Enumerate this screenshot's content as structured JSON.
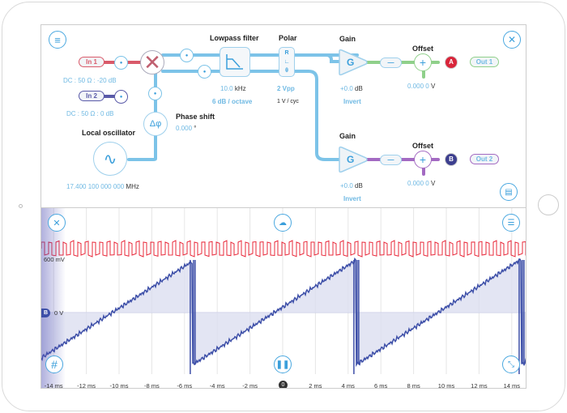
{
  "top": {
    "in1": {
      "label": "In 1",
      "info": "DC : 50 Ω : -20 dB"
    },
    "in2": {
      "label": "In 2",
      "info": "DC : 50 Ω : 0 dB"
    },
    "phase": {
      "title": "Phase shift",
      "value": "0.000",
      "unit": "°"
    },
    "oscillator": {
      "title": "Local oscillator",
      "value": "17.400 100 000 000",
      "unit": "MHz"
    },
    "lowpass": {
      "title": "Lowpass filter",
      "value": "10.0",
      "unit": "kHz",
      "slope": "6 dB / octave"
    },
    "polar": {
      "title": "Polar",
      "value": "2 Vpp",
      "scale": "1 V / cyc",
      "r": "R",
      "theta": "θ"
    },
    "ch1": {
      "gain_title": "Gain",
      "gain_symbol": "G",
      "gain_value": "+0.0",
      "gain_unit": "dB",
      "invert": "Invert",
      "offset_title": "Offset",
      "offset_value": "0.000 0",
      "offset_unit": "V",
      "badge": "A",
      "out": "Out 1"
    },
    "ch2": {
      "gain_title": "Gain",
      "gain_symbol": "G",
      "gain_value": "+0.0",
      "gain_unit": "dB",
      "invert": "Invert",
      "offset_title": "Offset",
      "offset_value": "0.000 0",
      "offset_unit": "V",
      "badge": "B",
      "out": "Out 2"
    }
  },
  "scope": {
    "scale_label": "600 mV",
    "zero_label": "0 V",
    "channel_badge": "B",
    "trigger_marker": "0",
    "time_ticks": [
      "-14 ms",
      "-12 ms",
      "-10 ms",
      "-8 ms",
      "-6 ms",
      "-4 ms",
      "-2 ms",
      "2 ms",
      "4 ms",
      "6 ms",
      "8 ms",
      "10 ms",
      "12 ms",
      "14 ms"
    ]
  },
  "colors": {
    "accent": "#3b9fdb",
    "ch_a": "#e8283a",
    "ch_b": "#3d4fa8",
    "fill": "#dcdff0"
  }
}
